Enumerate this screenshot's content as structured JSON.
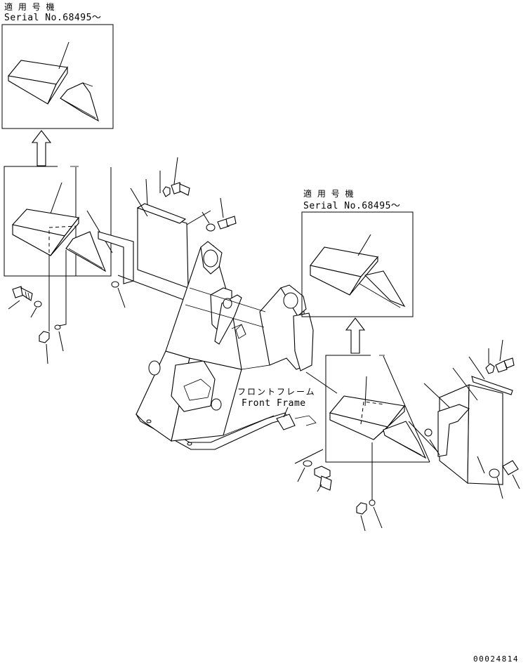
{
  "applicability_top_left": {
    "jp": "適 用 号 機",
    "serial": "Serial No.68495～"
  },
  "applicability_right": {
    "jp": "適 用 号 機",
    "serial": "Serial No.68495～"
  },
  "frame_label": {
    "jp": "フロントフレーム",
    "en": "Front Frame"
  },
  "drawing_code": "00024814"
}
